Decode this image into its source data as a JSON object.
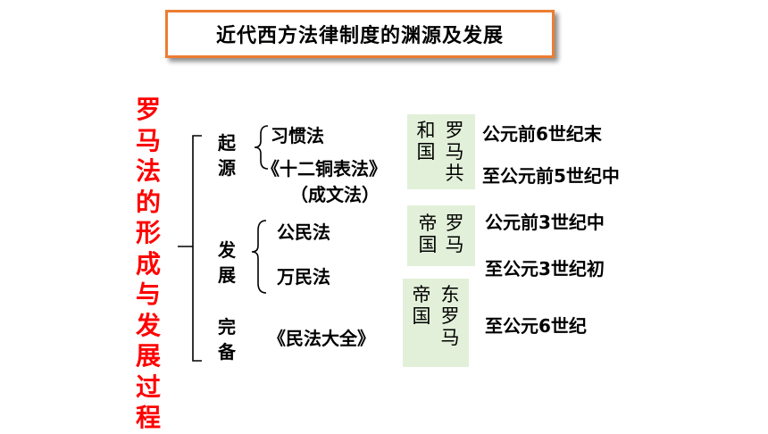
{
  "title": "近代西方法律制度的渊源及发展",
  "vertical_title": "罗马法的形成与发展过程",
  "stages": [
    {
      "label": "起源",
      "items": [
        "习惯法",
        "《十二铜表法》",
        "（成文法）"
      ],
      "state_right": "罗马共",
      "state_left": "和国",
      "periods": [
        "公元前6世纪末",
        "至公元前5世纪中"
      ]
    },
    {
      "label": "发展",
      "items": [
        "公民法",
        "万民法"
      ],
      "state_right": "罗马",
      "state_left": "帝国",
      "periods": [
        "公元前3世纪中",
        "至公元3世纪初"
      ]
    },
    {
      "label": "完备",
      "items": [
        "《民法大全》"
      ],
      "state_right": "东罗马",
      "state_left": "帝国",
      "periods": [
        "至公元6世纪"
      ]
    }
  ],
  "colors": {
    "title_border": "#ED7D31",
    "vertical_title": "#FF0000",
    "state_fill": "#E2F0D9"
  }
}
